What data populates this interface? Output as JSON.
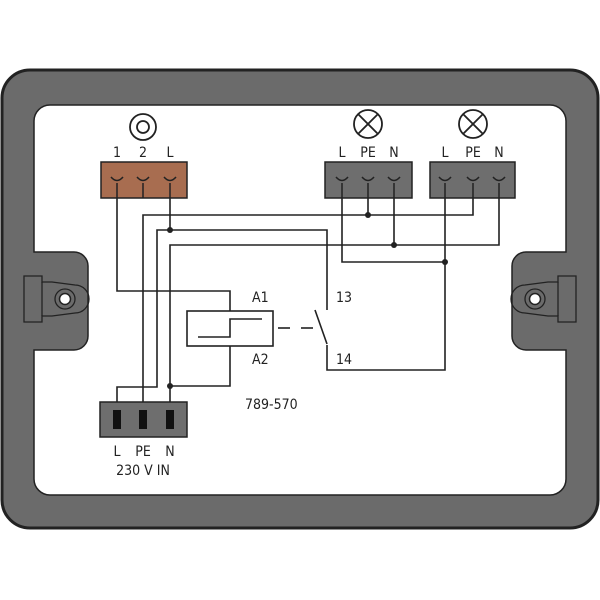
{
  "colors": {
    "frame": "#6b6b6b",
    "frame_outline": "#222222",
    "input_connector": "#a86d50",
    "output_connector": "#6e6e6e",
    "wire": "#222222"
  },
  "input_connector": {
    "symbol": "pushbutton-icon",
    "pins": [
      "1",
      "2",
      "L"
    ]
  },
  "lamp_outputs": [
    {
      "symbol": "lamp-icon",
      "pins": [
        "L",
        "PE",
        "N"
      ]
    },
    {
      "symbol": "lamp-icon",
      "pins": [
        "L",
        "PE",
        "N"
      ]
    }
  ],
  "relay": {
    "coil_terminals": [
      "A1",
      "A2"
    ],
    "contact_terminals": [
      "13",
      "14"
    ],
    "part_number": "789-570"
  },
  "supply": {
    "pins": [
      "L",
      "PE",
      "N"
    ],
    "label": "230 V IN"
  }
}
